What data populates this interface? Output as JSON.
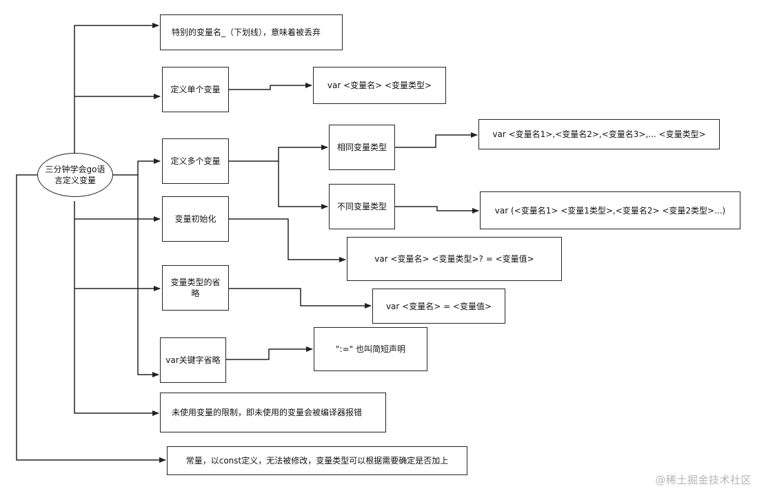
{
  "root": {
    "label": "三分钟学会go语言定义变量"
  },
  "nodes": {
    "underscore": "特别的变量名_（下划线），意味着被丢弃",
    "single": "定义单个变量",
    "single_syntax": "var <变量名> <变量类型>",
    "multi": "定义多个变量",
    "same_type": "相同变量类型",
    "same_type_syntax": "var <变量名1>,<变量名2>,<变量名3>,... <变量类型>",
    "diff_type": "不同变量类型",
    "diff_type_syntax": "var (<变量名1> <变量1类型>,<变量名2> <变量2类型>...)",
    "init": "变量初始化",
    "init_syntax": "var <变量名> <变量类型>? = <变量值>",
    "omit_type": "变量类型的省略",
    "omit_type_syntax": "var <变量名> = <变量值>",
    "omit_var": "var关键字省略",
    "omit_var_syntax": "\":=\" 也叫简短声明",
    "unused": "未使用变量的限制，即未使用的变量会被编译器报错",
    "const": "常量，以const定义，无法被修改，变量类型可以根据需要确定是否加上"
  },
  "watermark": "@稀土掘金技术社区",
  "colors": {
    "stroke": "#222222",
    "watermark": "#b4b4b4"
  }
}
